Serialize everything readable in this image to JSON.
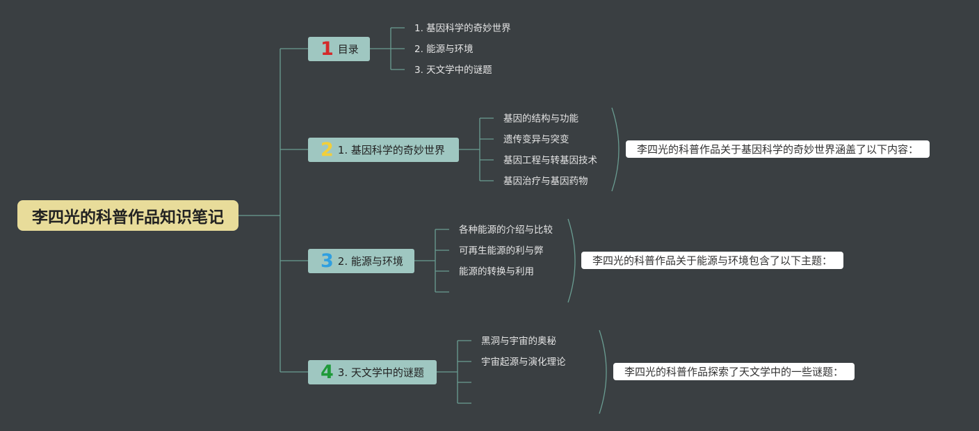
{
  "root": {
    "title": "李四光的科普作品知识笔记"
  },
  "colors": {
    "background": "#3a3f42",
    "root_fill": "#e8dc9a",
    "branch_fill": "#9fc7c1",
    "connector": "#6a9d92",
    "number_1": "#d42a2a",
    "number_2": "#f2cf3a",
    "number_3": "#2f9fe0",
    "number_4": "#1f9a3a"
  },
  "branches": [
    {
      "number": "1",
      "label": "目录",
      "leaves": [
        "1. 基因科学的奇妙世界",
        "2. 能源与环境",
        "3. 天文学中的谜题"
      ]
    },
    {
      "number": "2",
      "label": "1. 基因科学的奇妙世界",
      "leaves": [
        "基因的结构与功能",
        "遗传变异与突变",
        "基因工程与转基因技术",
        "基因治疗与基因药物"
      ],
      "summary": "李四光的科普作品关于基因科学的奇妙世界涵盖了以下内容："
    },
    {
      "number": "3",
      "label": "2. 能源与环境",
      "leaves": [
        "各种能源的介绍与比较",
        "可再生能源的利与弊",
        "能源的转换与利用",
        ""
      ],
      "summary": "李四光的科普作品关于能源与环境包含了以下主题："
    },
    {
      "number": "4",
      "label": "3. 天文学中的谜题",
      "leaves": [
        "黑洞与宇宙的奥秘",
        "宇宙起源与演化理论",
        "",
        ""
      ],
      "summary": "李四光的科普作品探索了天文学中的一些谜题："
    }
  ]
}
